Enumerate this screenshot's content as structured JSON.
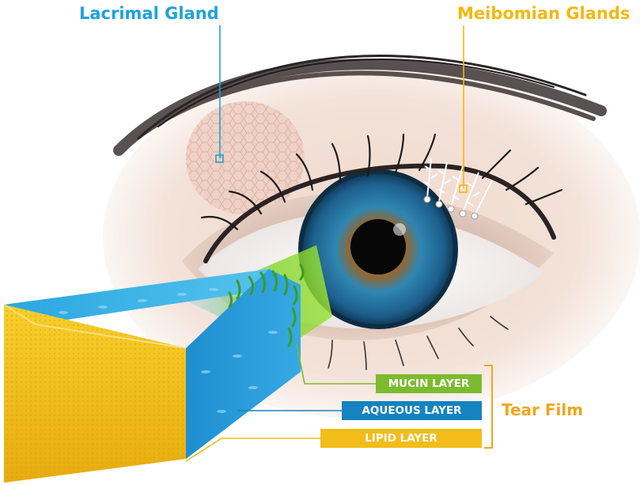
{
  "labels": {
    "lacrimal_gland": "Lacrimal Gland",
    "meibomian_glands": "Meibomian Glands",
    "tear_film": "Tear Film"
  },
  "layers": {
    "mucin": "MUCIN LAYER",
    "aqueous": "AQUEOUS LAYER",
    "lipid": "LIPID LAYER"
  },
  "colors": {
    "lacrimal_blue": "#1fa3d6",
    "meibomian_yellow": "#f2b90c",
    "tear_film_orange": "#f0a51e",
    "mucin_green": "#7cbb2f",
    "aqueous_blue": "#1583bf",
    "lipid_yellow": "#f2bd1b"
  }
}
